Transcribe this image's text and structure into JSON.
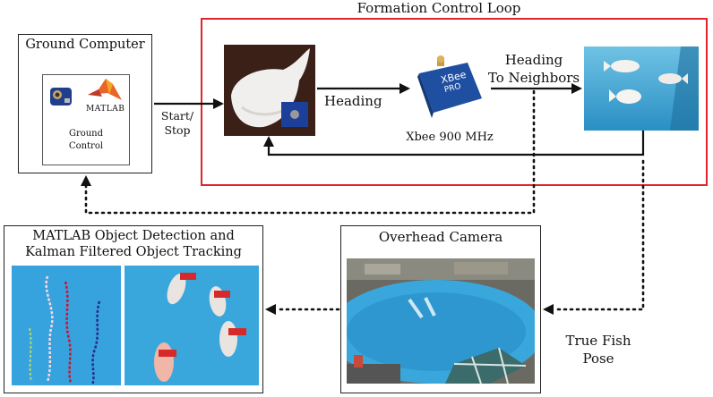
{
  "formation_loop": {
    "title": "Formation Control Loop",
    "border_color": "#e0262b"
  },
  "ground_computer": {
    "title": "Ground Computer",
    "matlab_text": "MATLAB",
    "control_label_line1": "Ground",
    "control_label_line2": "Control"
  },
  "start_stop": {
    "line1": "Start/",
    "line2": "Stop"
  },
  "heading_label": "Heading",
  "heading_neighbors": {
    "line1": "Heading",
    "line2": "To Neighbors"
  },
  "xbee": {
    "chip_text_1": "XBee",
    "chip_text_2": "PRO",
    "caption": "Xbee 900 MHz"
  },
  "overhead_camera": {
    "title": "Overhead Camera"
  },
  "object_detection": {
    "title_line1": "MATLAB Object Detection and",
    "title_line2": "Kalman Filtered Object Tracking"
  },
  "true_fish_pose": {
    "line1": "True Fish",
    "line2": "Pose"
  },
  "colors": {
    "pool_blue": "#3aa7dc",
    "pcb_blue": "#1f4fa0",
    "matlab_orange": "#e8652b"
  }
}
